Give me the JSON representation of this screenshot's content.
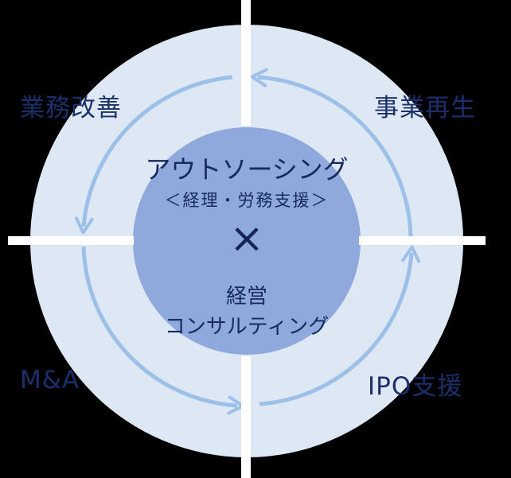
{
  "quadrants": {
    "top_left": "業務改善",
    "top_right": "事業再生",
    "bottom_left": "M&A",
    "bottom_right": "IPO支援"
  },
  "center": {
    "line1": "アウトソーシング",
    "line2": "＜経理・労務支援＞",
    "cross": "×",
    "line3": "経営",
    "line4": "コンサルティング"
  },
  "colors": {
    "background": "#000000",
    "outer_circle": "#dde8f4",
    "inner_circle": "#8fa9dc",
    "arrow": "#9cc0e8",
    "divider": "#ffffff",
    "text": "#1b2f6b"
  }
}
